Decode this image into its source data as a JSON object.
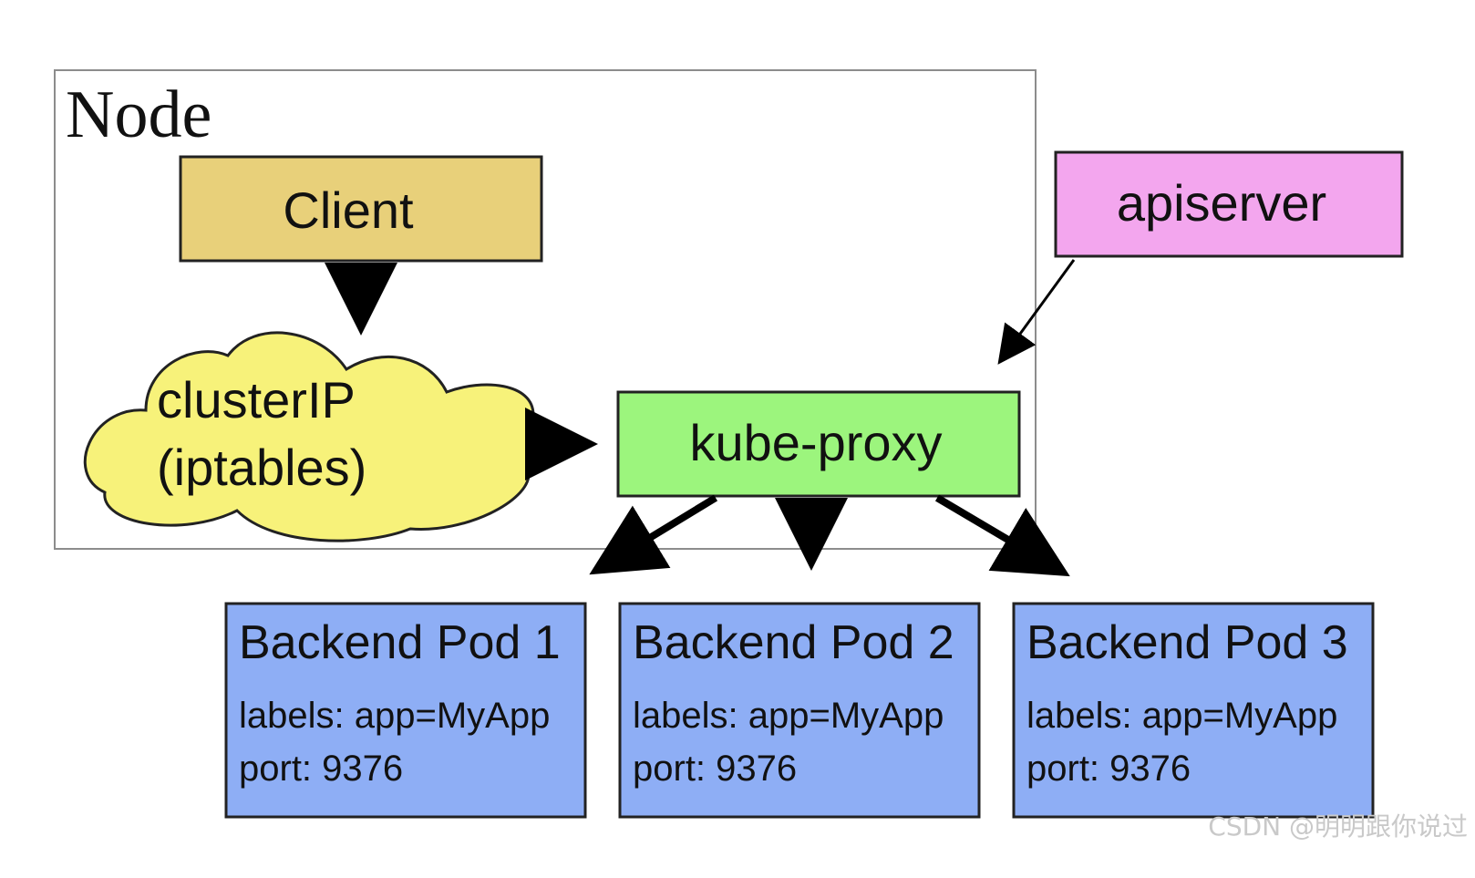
{
  "node": {
    "label": "Node"
  },
  "client": {
    "label": "Client",
    "fill": "#e8d07a"
  },
  "cluster_ip": {
    "line1": "clusterIP",
    "line2": "(iptables)",
    "fill": "#f7f27a"
  },
  "kube_proxy": {
    "label": "kube-proxy",
    "fill": "#9cf57d"
  },
  "apiserver": {
    "label": "apiserver",
    "fill": "#f3a6ee"
  },
  "pods": [
    {
      "title": "Backend Pod 1",
      "labels": "labels: app=MyApp",
      "port": "port: 9376"
    },
    {
      "title": "Backend Pod 2",
      "labels": "labels: app=MyApp",
      "port": "port: 9376"
    },
    {
      "title": "Backend Pod 3",
      "labels": "labels: app=MyApp",
      "port": "port: 9376"
    }
  ],
  "pod_fill": "#8eaef5",
  "watermark": "CSDN @明明跟你说过"
}
